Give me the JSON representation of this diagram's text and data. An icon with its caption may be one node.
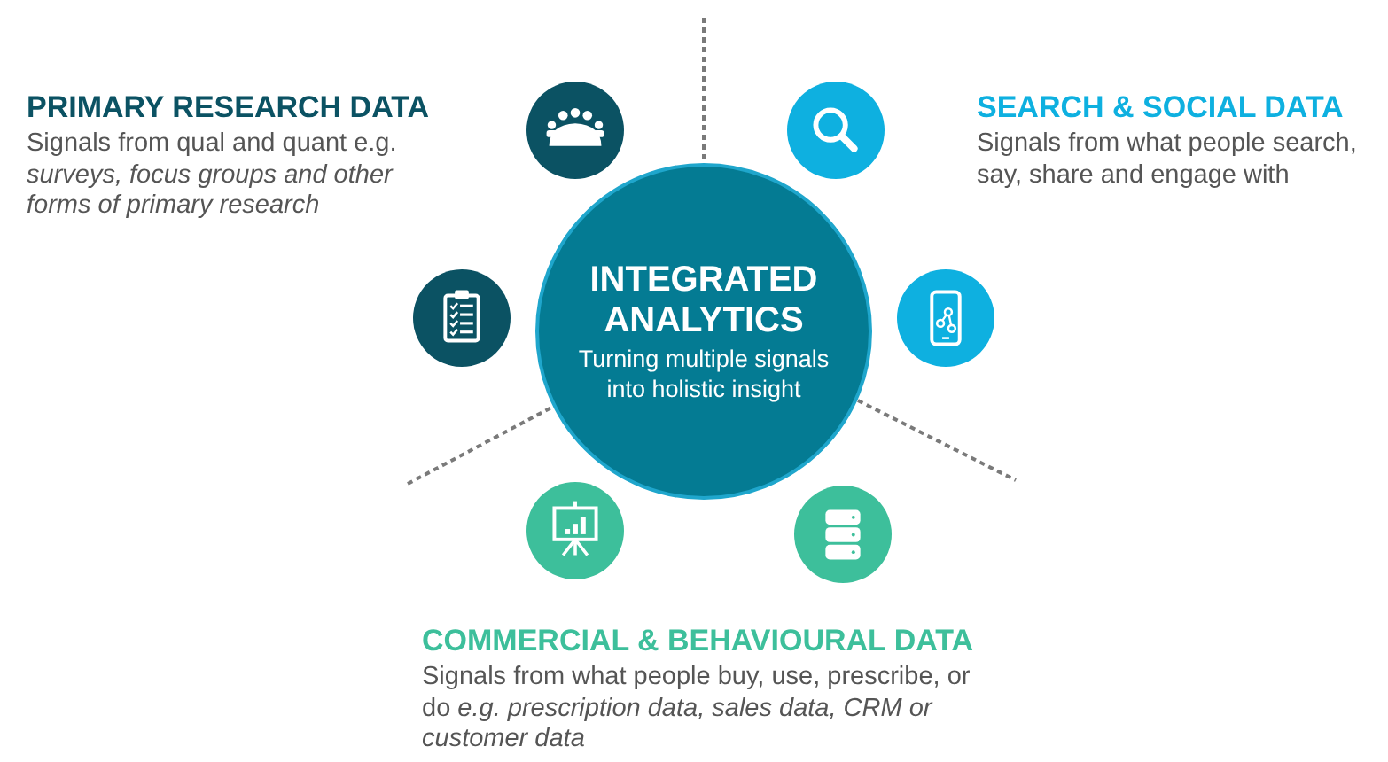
{
  "diagram": {
    "nodes": [
      {
        "text": [],
        "shape": "circle"
      },
      {
        "text": [],
        "shape": "circle"
      },
      {
        "text": [
          "INTEGRATED ANALYTICS",
          "Turning multiple signals into holistic insight"
        ]
      },
      {
        "text": [],
        "shape": "circle"
      },
      {
        "text": [],
        "shape": "circle"
      },
      {
        "text": [],
        "shape": "circle"
      },
      {
        "text": [],
        "shape": "circle"
      }
    ],
    "labels": [
      "PRIMARY RESEARCH DATA",
      "Signals from qual and quant e.g. *surveys, focus groups and other forms of primary research*",
      "SEARCH & SOCIAL DATA",
      "Signals from what people search, say, share and engage with",
      "COMMERCIAL & BEHAVIOURAL DATA",
      "Signals from what people buy, use, prescribe, or do *e.g. prescription data, sales data, CRM or customer data*"
    ]
  }
}
